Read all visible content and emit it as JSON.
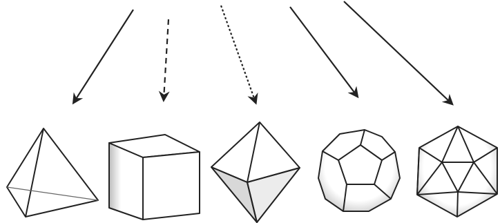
{
  "diagram": {
    "arrows": [
      {
        "id": "arrow-1",
        "style": "solid"
      },
      {
        "id": "arrow-2",
        "style": "dashed"
      },
      {
        "id": "arrow-3",
        "style": "dotted"
      },
      {
        "id": "arrow-4",
        "style": "solid"
      },
      {
        "id": "arrow-5",
        "style": "solid"
      }
    ],
    "solids": [
      {
        "id": "tetrahedron",
        "faces": 4
      },
      {
        "id": "cube",
        "faces": 6
      },
      {
        "id": "octahedron",
        "faces": 8
      },
      {
        "id": "dodecahedron",
        "faces": 12
      },
      {
        "id": "icosahedron",
        "faces": 20
      }
    ],
    "colors": {
      "stroke": "#222222",
      "shade": "#9a9a9a",
      "background": "#ffffff"
    }
  }
}
